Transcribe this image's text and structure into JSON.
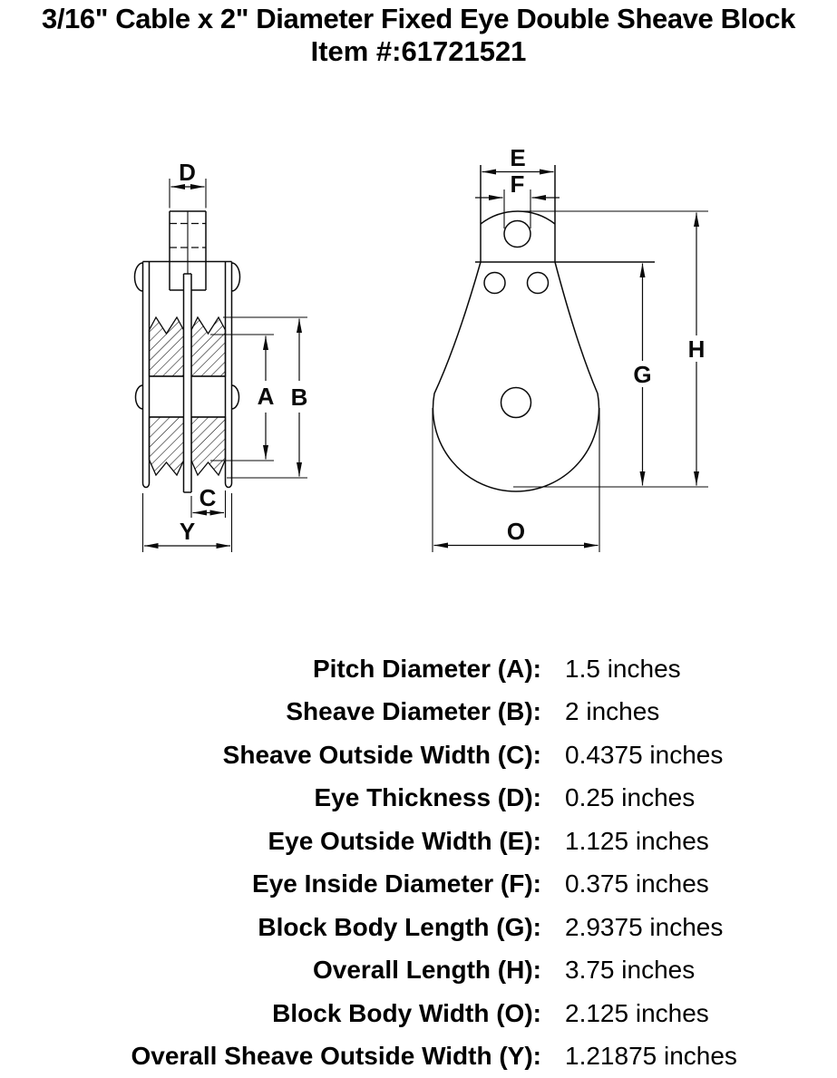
{
  "title": {
    "line1": "3/16\" Cable x 2\" Diameter Fixed Eye Double Sheave Block",
    "line2": "Item #:61721521"
  },
  "diagram": {
    "labels": {
      "A": "A",
      "B": "B",
      "C": "C",
      "D": "D",
      "E": "E",
      "F": "F",
      "G": "G",
      "H": "H",
      "O": "O",
      "Y": "Y"
    }
  },
  "specs": {
    "rows": [
      {
        "label": "Pitch Diameter (A):",
        "value": "1.5 inches"
      },
      {
        "label": "Sheave Diameter (B):",
        "value": "2 inches"
      },
      {
        "label": "Sheave Outside Width (C):",
        "value": "0.4375 inches"
      },
      {
        "label": "Eye Thickness (D):",
        "value": "0.25 inches"
      },
      {
        "label": "Eye Outside Width (E):",
        "value": "1.125 inches"
      },
      {
        "label": "Eye Inside Diameter (F):",
        "value": "0.375 inches"
      },
      {
        "label": "Block Body Length (G):",
        "value": "2.9375 inches"
      },
      {
        "label": "Overall Length (H):",
        "value": "3.75 inches"
      },
      {
        "label": "Block Body Width (O):",
        "value": "2.125 inches"
      },
      {
        "label": "Overall Sheave Outside Width (Y):",
        "value": "1.21875 inches"
      }
    ]
  },
  "colors": {
    "ink": "#000000",
    "background": "#ffffff"
  }
}
